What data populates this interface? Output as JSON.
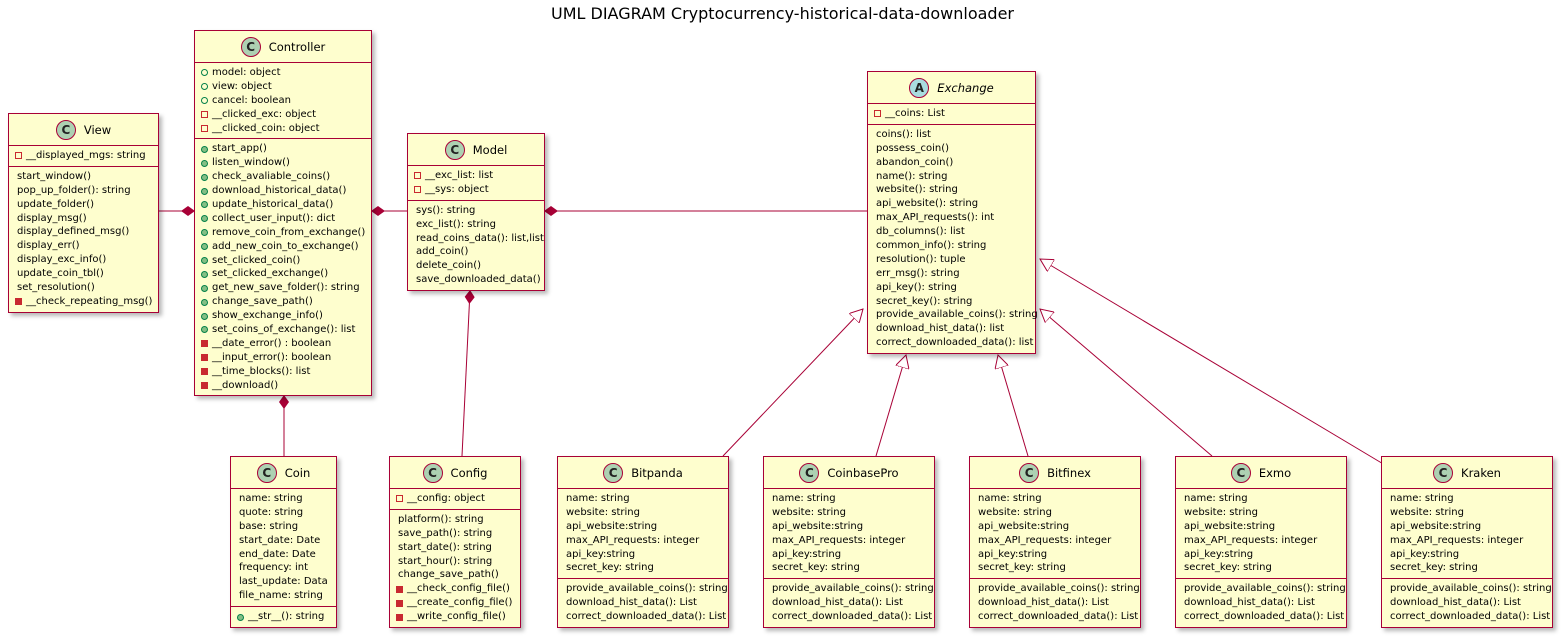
{
  "title": "UML DIAGRAM Cryptocurrency-historical-data-downloader",
  "colors": {
    "class_fill": "#fefece",
    "border": "#a80036",
    "class_badge": "#add1b2",
    "abstract_badge": "#a9dcdf"
  },
  "classes": [
    {
      "key": "view",
      "name": "View",
      "kind": "class",
      "fields": [
        {
          "vis": "private",
          "text": "__displayed_mgs: string"
        }
      ],
      "methods": [
        {
          "vis": "",
          "text": "start_window()"
        },
        {
          "vis": "",
          "text": "pop_up_folder(): string"
        },
        {
          "vis": "",
          "text": "update_folder()"
        },
        {
          "vis": "",
          "text": "display_msg()"
        },
        {
          "vis": "",
          "text": "display_defined_msg()"
        },
        {
          "vis": "",
          "text": "display_err()"
        },
        {
          "vis": "",
          "text": "display_exc_info()"
        },
        {
          "vis": "",
          "text": "update_coin_tbl()"
        },
        {
          "vis": "",
          "text": "set_resolution()"
        },
        {
          "vis": "private",
          "text": "__check_repeating_msg()"
        }
      ]
    },
    {
      "key": "controller",
      "name": "Controller",
      "kind": "class",
      "fields": [
        {
          "vis": "public",
          "text": "model: object"
        },
        {
          "vis": "public",
          "text": "view: object"
        },
        {
          "vis": "public",
          "text": "cancel: boolean"
        },
        {
          "vis": "private",
          "text": "__clicked_exc: object"
        },
        {
          "vis": "private",
          "text": "__clicked_coin: object"
        }
      ],
      "methods": [
        {
          "vis": "public",
          "text": "start_app()"
        },
        {
          "vis": "public",
          "text": "listen_window()"
        },
        {
          "vis": "public",
          "text": "check_avaliable_coins()"
        },
        {
          "vis": "public",
          "text": "download_historical_data()"
        },
        {
          "vis": "public",
          "text": "update_historical_data()"
        },
        {
          "vis": "public",
          "text": "collect_user_input(): dict"
        },
        {
          "vis": "public",
          "text": "remove_coin_from_exchange()"
        },
        {
          "vis": "public",
          "text": "add_new_coin_to_exchange()"
        },
        {
          "vis": "public",
          "text": "set_clicked_coin()"
        },
        {
          "vis": "public",
          "text": "set_clicked_exchange()"
        },
        {
          "vis": "public",
          "text": "get_new_save_folder(): string"
        },
        {
          "vis": "public",
          "text": "change_save_path()"
        },
        {
          "vis": "public",
          "text": "show_exchange_info()"
        },
        {
          "vis": "public",
          "text": "set_coins_of_exchange(): list"
        },
        {
          "vis": "private",
          "text": "__date_error() : boolean"
        },
        {
          "vis": "private",
          "text": "__input_error(): boolean"
        },
        {
          "vis": "private",
          "text": "__time_blocks(): list"
        },
        {
          "vis": "private",
          "text": "__download()"
        }
      ]
    },
    {
      "key": "model",
      "name": "Model",
      "kind": "class",
      "fields": [
        {
          "vis": "private",
          "text": "__exc_list: list"
        },
        {
          "vis": "private",
          "text": "__sys: object"
        }
      ],
      "methods": [
        {
          "vis": "",
          "text": "sys(): string"
        },
        {
          "vis": "",
          "text": "exc_list(): string"
        },
        {
          "vis": "",
          "text": "read_coins_data(): list,list"
        },
        {
          "vis": "",
          "text": "add_coin()"
        },
        {
          "vis": "",
          "text": "delete_coin()"
        },
        {
          "vis": "",
          "text": "save_downloaded_data()"
        }
      ]
    },
    {
      "key": "exchange",
      "name": "Exchange",
      "kind": "abstract",
      "fields": [
        {
          "vis": "private",
          "text": "__coins: List"
        }
      ],
      "methods": [
        {
          "vis": "",
          "text": "coins(): list"
        },
        {
          "vis": "",
          "text": "possess_coin()"
        },
        {
          "vis": "",
          "text": "abandon_coin()"
        },
        {
          "vis": "",
          "text": "name(): string"
        },
        {
          "vis": "",
          "text": "website(): string"
        },
        {
          "vis": "",
          "text": "api_website(): string"
        },
        {
          "vis": "",
          "text": "max_API_requests(): int"
        },
        {
          "vis": "",
          "text": "db_columns(): list"
        },
        {
          "vis": "",
          "text": "common_info(): string"
        },
        {
          "vis": "",
          "text": "resolution(): tuple"
        },
        {
          "vis": "",
          "text": "err_msg(): string"
        },
        {
          "vis": "",
          "text": "api_key(): string"
        },
        {
          "vis": "",
          "text": "secret_key(): string"
        },
        {
          "vis": "",
          "text": "provide_available_coins(): string"
        },
        {
          "vis": "",
          "text": "download_hist_data(): list"
        },
        {
          "vis": "",
          "text": "correct_downloaded_data(): list"
        }
      ]
    },
    {
      "key": "coin",
      "name": "Coin",
      "kind": "class",
      "fields": [
        {
          "vis": "",
          "text": "name: string"
        },
        {
          "vis": "",
          "text": "quote: string"
        },
        {
          "vis": "",
          "text": "base: string"
        },
        {
          "vis": "",
          "text": "start_date: Date"
        },
        {
          "vis": "",
          "text": "end_date: Date"
        },
        {
          "vis": "",
          "text": "frequency: int"
        },
        {
          "vis": "",
          "text": "last_update: Data"
        },
        {
          "vis": "",
          "text": "file_name: string"
        }
      ],
      "methods": [
        {
          "vis": "public",
          "text": "__str__(): string"
        }
      ]
    },
    {
      "key": "config",
      "name": "Config",
      "kind": "class",
      "fields": [
        {
          "vis": "private",
          "text": "__config: object"
        }
      ],
      "methods": [
        {
          "vis": "",
          "text": "platform(): string"
        },
        {
          "vis": "",
          "text": "save_path(): string"
        },
        {
          "vis": "",
          "text": "start_date(): string"
        },
        {
          "vis": "",
          "text": "start_hour(): string"
        },
        {
          "vis": "",
          "text": "change_save_path()"
        },
        {
          "vis": "private",
          "text": "__check_config_file()"
        },
        {
          "vis": "private",
          "text": "__create_config_file()"
        },
        {
          "vis": "private",
          "text": "__write_config_file()"
        }
      ]
    },
    {
      "key": "bitpanda",
      "name": "Bitpanda",
      "kind": "class",
      "fields": [
        {
          "vis": "",
          "text": "name: string"
        },
        {
          "vis": "",
          "text": "website: string"
        },
        {
          "vis": "",
          "text": "api_website:string"
        },
        {
          "vis": "",
          "text": "max_API_requests: integer"
        },
        {
          "vis": "",
          "text": "api_key:string"
        },
        {
          "vis": "",
          "text": "secret_key: string"
        }
      ],
      "methods": [
        {
          "vis": "",
          "text": "provide_available_coins(): string"
        },
        {
          "vis": "",
          "text": "download_hist_data(): List"
        },
        {
          "vis": "",
          "text": "correct_downloaded_data(): List"
        }
      ]
    },
    {
      "key": "coinbasepro",
      "name": "CoinbasePro",
      "kind": "class",
      "fields": [
        {
          "vis": "",
          "text": "name: string"
        },
        {
          "vis": "",
          "text": "website: string"
        },
        {
          "vis": "",
          "text": "api_website:string"
        },
        {
          "vis": "",
          "text": "max_API_requests: integer"
        },
        {
          "vis": "",
          "text": "api_key:string"
        },
        {
          "vis": "",
          "text": "secret_key: string"
        }
      ],
      "methods": [
        {
          "vis": "",
          "text": "provide_available_coins(): string"
        },
        {
          "vis": "",
          "text": "download_hist_data(): List"
        },
        {
          "vis": "",
          "text": "correct_downloaded_data(): List"
        }
      ]
    },
    {
      "key": "bitfinex",
      "name": "Bitfinex",
      "kind": "class",
      "fields": [
        {
          "vis": "",
          "text": "name: string"
        },
        {
          "vis": "",
          "text": "website: string"
        },
        {
          "vis": "",
          "text": "api_website:string"
        },
        {
          "vis": "",
          "text": "max_API_requests: integer"
        },
        {
          "vis": "",
          "text": "api_key:string"
        },
        {
          "vis": "",
          "text": "secret_key: string"
        }
      ],
      "methods": [
        {
          "vis": "",
          "text": "provide_available_coins(): string"
        },
        {
          "vis": "",
          "text": "download_hist_data(): List"
        },
        {
          "vis": "",
          "text": "correct_downloaded_data(): List"
        }
      ]
    },
    {
      "key": "exmo",
      "name": "Exmo",
      "kind": "class",
      "fields": [
        {
          "vis": "",
          "text": "name: string"
        },
        {
          "vis": "",
          "text": "website: string"
        },
        {
          "vis": "",
          "text": "api_website:string"
        },
        {
          "vis": "",
          "text": "max_API_requests: integer"
        },
        {
          "vis": "",
          "text": "api_key:string"
        },
        {
          "vis": "",
          "text": "secret_key: string"
        }
      ],
      "methods": [
        {
          "vis": "",
          "text": "provide_available_coins(): string"
        },
        {
          "vis": "",
          "text": "download_hist_data(): List"
        },
        {
          "vis": "",
          "text": "correct_downloaded_data(): List"
        }
      ]
    },
    {
      "key": "kraken",
      "name": "Kraken",
      "kind": "class",
      "fields": [
        {
          "vis": "",
          "text": "name: string"
        },
        {
          "vis": "",
          "text": "website: string"
        },
        {
          "vis": "",
          "text": "api_website:string"
        },
        {
          "vis": "",
          "text": "max_API_requests: integer"
        },
        {
          "vis": "",
          "text": "api_key:string"
        },
        {
          "vis": "",
          "text": "secret_key: string"
        }
      ],
      "methods": [
        {
          "vis": "",
          "text": "provide_available_coins(): string"
        },
        {
          "vis": "",
          "text": "download_hist_data(): List"
        },
        {
          "vis": "",
          "text": "correct_downloaded_data(): List"
        }
      ]
    }
  ],
  "relations": [
    {
      "type": "composition",
      "whole": "controller",
      "part": "view"
    },
    {
      "type": "composition",
      "whole": "controller",
      "part": "model"
    },
    {
      "type": "composition",
      "whole": "controller",
      "part": "coin"
    },
    {
      "type": "composition",
      "whole": "model",
      "part": "exchange"
    },
    {
      "type": "composition",
      "whole": "model",
      "part": "config"
    },
    {
      "type": "inheritance",
      "child": "bitpanda",
      "parent": "exchange"
    },
    {
      "type": "inheritance",
      "child": "coinbasepro",
      "parent": "exchange"
    },
    {
      "type": "inheritance",
      "child": "bitfinex",
      "parent": "exchange"
    },
    {
      "type": "inheritance",
      "child": "exmo",
      "parent": "exchange"
    },
    {
      "type": "inheritance",
      "child": "kraken",
      "parent": "exchange"
    }
  ]
}
